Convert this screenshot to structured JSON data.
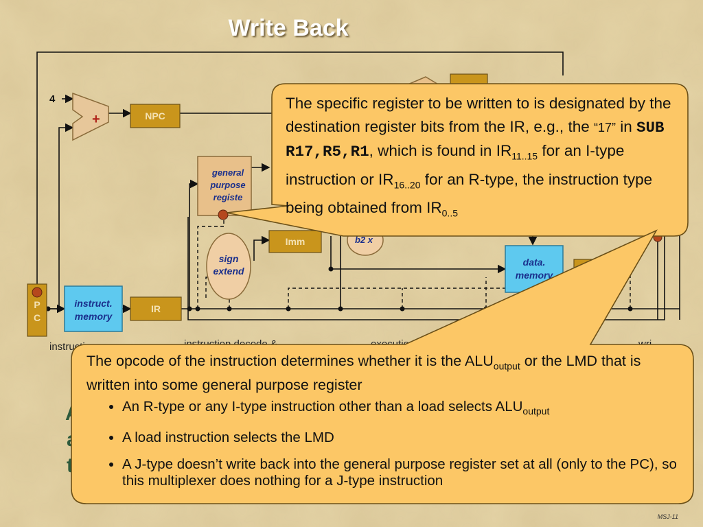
{
  "slide": {
    "title": "Write Back",
    "footer": "MSJ-11"
  },
  "diagram": {
    "constant_4": "4",
    "adder_symbol": "+",
    "npc": "NPC",
    "gpr_label": [
      "general",
      "purpose",
      "registe"
    ],
    "imm": "Imm",
    "sign_extend": [
      "sign",
      "extend"
    ],
    "b2x": "b2 x",
    "pc": [
      "P",
      "C"
    ],
    "instr_memory": [
      "instruct.",
      "memory"
    ],
    "ir": "IR",
    "data_memory": [
      "data.",
      "memory"
    ],
    "stage_labels": [
      "instructi",
      "instruction decode &",
      "execution a",
      "wri"
    ]
  },
  "callout1": {
    "line1": "The specific register to be written to is designated by the destination register bits from the IR, e.g., the ",
    "quote": "“17”",
    "in": " in ",
    "code_sub": "SUB R17",
    "comma1": ",",
    "code_r5": "R5",
    "comma2": ",",
    "code_r1": "R1",
    "comma3": ",",
    "which": " which is found in IR",
    "sub1": "11..15",
    "itype": "  for an I-type instruction or IR",
    "sub2": "16..20",
    "rtype": " for an R-type, the instruction type being obtained from IR",
    "sub3": "0..5"
  },
  "callout2": {
    "intro_a": "The opcode of the instruction determines whether it is the ALU",
    "intro_sub": "output",
    "intro_b": " or the LMD that is written into some general purpose register",
    "bullets": {
      "b1_a": "An R-type or any I-type instruction other than a load selects ALU",
      "b1_sub": "output",
      "b2": "A load instruction selects the LMD",
      "b3": "A J-type doesn’t write back into the general purpose register set at all (only to the PC), so this multiplexer does nothing for a J-type instruction"
    }
  },
  "background_text": [
    "A",
    "a",
    "t"
  ],
  "colors": {
    "callout_fill": "#fcc766",
    "callout_stroke": "#6b5018",
    "box_gold": "#c9951c",
    "memory_blue": "#5ec9ef",
    "text_green": "#2d5a3c"
  }
}
